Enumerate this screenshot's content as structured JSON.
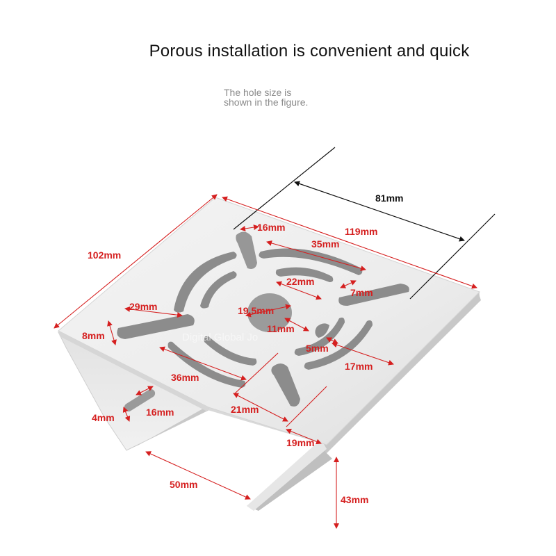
{
  "headline": "Porous installation is convenient and quick",
  "note": {
    "line1": "The hole size is",
    "line2": "shown in the figure."
  },
  "colors": {
    "dimension_red": "#d51f1f",
    "dimension_black": "#111111",
    "bracket_light": "#eeeeee",
    "bracket_shadow": "#c9c9c9"
  },
  "watermark": "Digital Global Jo",
  "dimensions": {
    "d81": "81mm",
    "d119": "119mm",
    "d102": "102mm",
    "d16a": "16mm",
    "d35": "35mm",
    "d22": "22mm",
    "d7": "7mm",
    "d29": "29mm",
    "d8": "8mm",
    "d195": "19.5mm",
    "d11": "11mm",
    "d5": "5mm",
    "d17": "17mm",
    "d36": "36mm",
    "d21": "21mm",
    "d4": "4mm",
    "d16b": "16mm",
    "d19": "19mm",
    "d50": "50mm",
    "d43": "43mm"
  }
}
